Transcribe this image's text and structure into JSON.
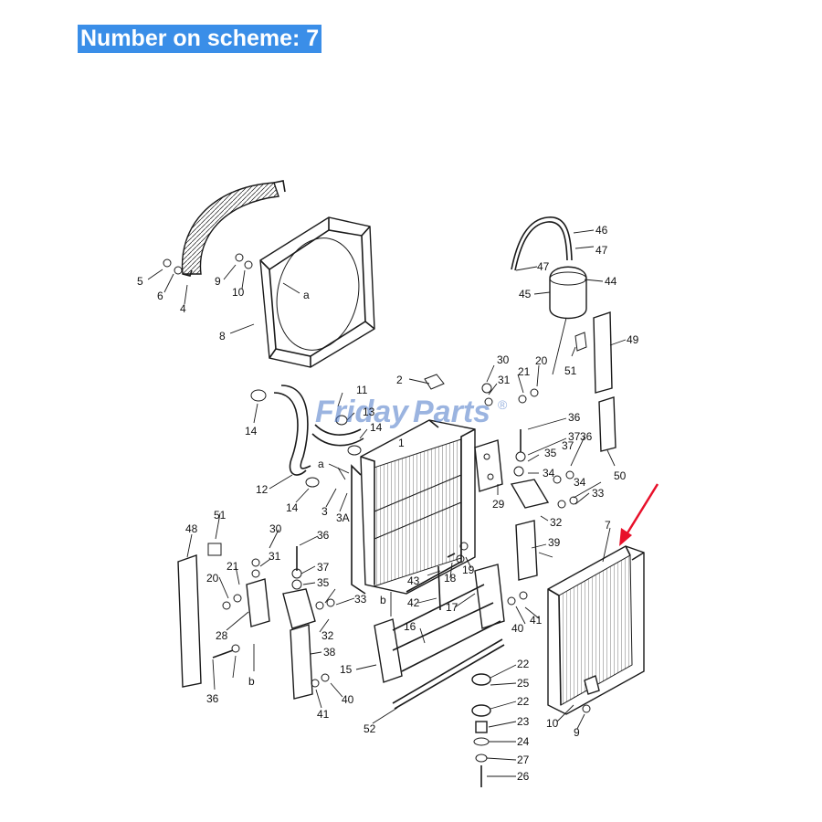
{
  "header": {
    "title": "Number on scheme: 7"
  },
  "watermark": {
    "brand_a": "Friday",
    "brand_b": "Parts",
    "reg": "®"
  },
  "colors": {
    "highlight_bg": "#3a8ee8",
    "arrow": "#e8102a",
    "watermark": "#4a78c8"
  },
  "callouts": {
    "c1": "1",
    "c2": "2",
    "c3": "3",
    "c3a": "3A",
    "c4": "4",
    "c5": "5",
    "c6": "6",
    "c7": "7",
    "c8": "8",
    "c9a": "9",
    "c9b": "9",
    "c10a": "10",
    "c10b": "10",
    "c11": "11",
    "c12": "12",
    "c13": "13",
    "c14a": "14",
    "c14b": "14",
    "c14c": "14",
    "c15": "15",
    "c16": "16",
    "c17": "17",
    "c18": "18",
    "c19": "19",
    "c20a": "20",
    "c20b": "20",
    "c21a": "21",
    "c21b": "21",
    "c22a": "22",
    "c22b": "22",
    "c23": "23",
    "c24": "24",
    "c25": "25",
    "c26": "26",
    "c27": "27",
    "c28": "28",
    "c29": "29",
    "c30a": "30",
    "c30b": "30",
    "c31a": "31",
    "c31b": "31",
    "c32a": "32",
    "c32b": "32",
    "c33a": "33",
    "c33b": "33",
    "c34a": "34",
    "c34b": "34",
    "c35a": "35",
    "c35b": "35",
    "c36a": "36",
    "c36b": "36",
    "c36c": "36",
    "c36d": "36",
    "c37a": "37",
    "c37b": "37",
    "c37c": "37",
    "c38": "38",
    "c39": "39",
    "c40a": "40",
    "c40b": "40",
    "c41a": "41",
    "c41b": "41",
    "c42": "42",
    "c43": "43",
    "c44": "44",
    "c45": "45",
    "c46": "46",
    "c47a": "47",
    "c47b": "47",
    "c48": "48",
    "c49": "49",
    "c50": "50",
    "c51a": "51",
    "c51b": "51",
    "c52": "52",
    "la": "a",
    "la2": "a",
    "lb": "b",
    "lb2": "b"
  }
}
